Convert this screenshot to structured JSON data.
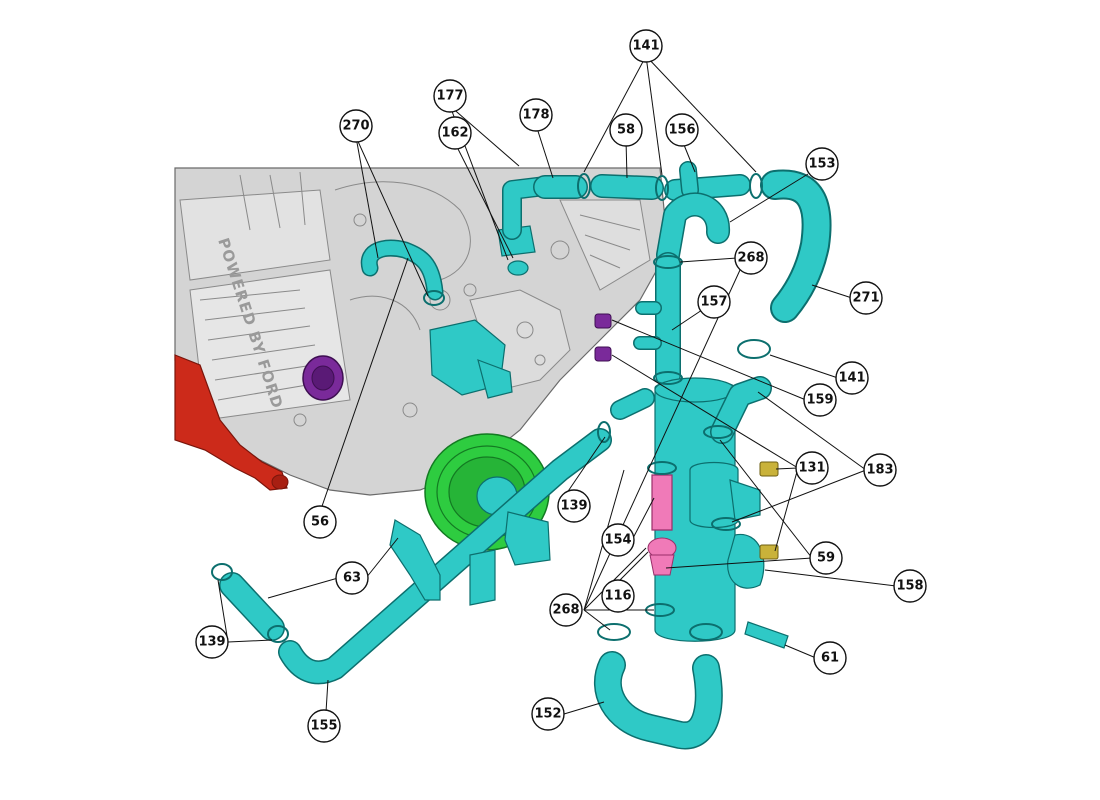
{
  "colors": {
    "hose": "#2fc9c6",
    "hose_outline": "#0c6f6e",
    "engine_gray": "#cfcfcf",
    "pulley_green": "#2ecc40",
    "manifold_red": "#cc2a1a",
    "cap_purple": "#7a2a9a",
    "fitting_gold": "#c9b23a",
    "thermostat_pink": "#f07ab8"
  },
  "engine": {
    "casting_text": "POWERED BY FORD"
  },
  "callouts": [
    {
      "id": "c141a",
      "label": "141"
    },
    {
      "id": "c177",
      "label": "177"
    },
    {
      "id": "c178",
      "label": "178"
    },
    {
      "id": "c58",
      "label": "58"
    },
    {
      "id": "c156",
      "label": "156"
    },
    {
      "id": "c153",
      "label": "153"
    },
    {
      "id": "c270",
      "label": "270"
    },
    {
      "id": "c162",
      "label": "162"
    },
    {
      "id": "c268a",
      "label": "268"
    },
    {
      "id": "c271",
      "label": "271"
    },
    {
      "id": "c157",
      "label": "157"
    },
    {
      "id": "c141b",
      "label": "141"
    },
    {
      "id": "c159",
      "label": "159"
    },
    {
      "id": "c131",
      "label": "131"
    },
    {
      "id": "c183",
      "label": "183"
    },
    {
      "id": "c56",
      "label": "56"
    },
    {
      "id": "c139a",
      "label": "139"
    },
    {
      "id": "c154",
      "label": "154"
    },
    {
      "id": "c59",
      "label": "59"
    },
    {
      "id": "c63",
      "label": "63"
    },
    {
      "id": "c116",
      "label": "116"
    },
    {
      "id": "c158",
      "label": "158"
    },
    {
      "id": "c268b",
      "label": "268"
    },
    {
      "id": "c139b",
      "label": "139"
    },
    {
      "id": "c61",
      "label": "61"
    },
    {
      "id": "c152",
      "label": "152"
    },
    {
      "id": "c155",
      "label": "155"
    }
  ]
}
